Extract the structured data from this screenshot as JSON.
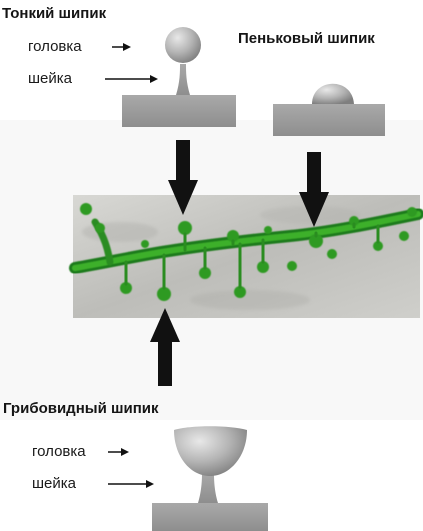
{
  "thin_spine": {
    "title": "Тонкий шипик",
    "head_label": "головка",
    "neck_label": "шейка"
  },
  "stubby_spine": {
    "title": "Пеньковый шипик"
  },
  "mushroom_spine": {
    "title": "Грибовидный шипик",
    "head_label": "головка",
    "neck_label": "шейка"
  },
  "colors": {
    "spine_gray": "#9d9d9d",
    "base_gray": "#9a9a9a",
    "dendrite_green": "#2f9a22",
    "arrow_black": "#111111",
    "micrograph_bg": "#c9c9c6"
  },
  "icons": [
    "right-arrow-icon",
    "down-arrow-icon",
    "up-arrow-icon"
  ]
}
